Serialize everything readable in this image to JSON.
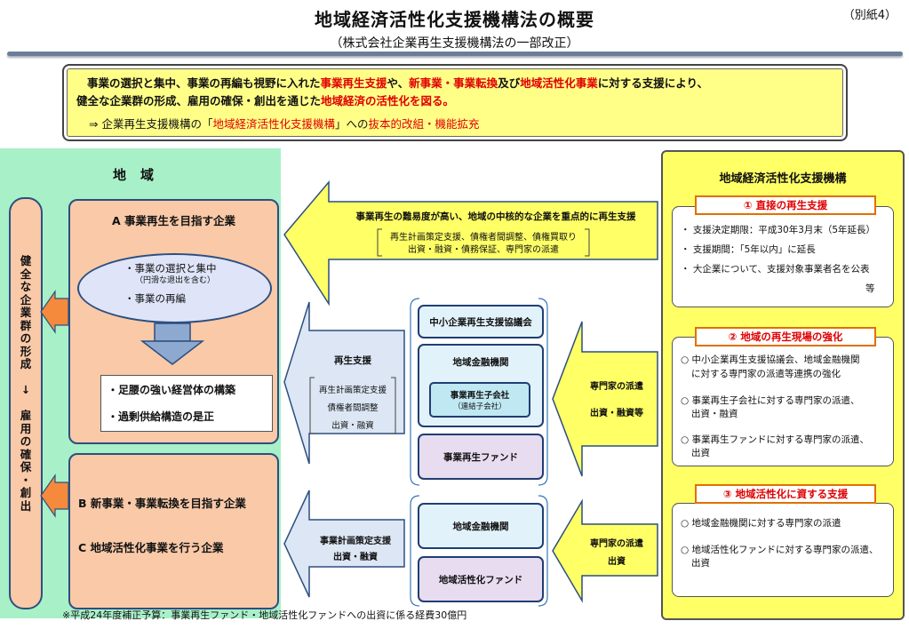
{
  "header": {
    "title": "地域経済活性化支援機構法の概要",
    "subtitle": "（株式会社企業再生支援機構法の一部改正）",
    "annex": "（別紙4）"
  },
  "summary": {
    "l1_a": "事業の選択と集中、事業の再編も視野に入れた",
    "l1_b": "事業再生支援",
    "l1_c": "や、",
    "l1_d": "新事業・事業転換",
    "l1_e": "及び",
    "l1_f": "地域活性化事業",
    "l1_g": "に対する支援により、",
    "l2_a": "健全な企業群の形成、雇用の確保・創出を通じた",
    "l2_b": "地域経済の活性化を図る。",
    "l3_a": "⇒ 企業再生支援機構の「",
    "l3_b": "地域経済活性化支援機構",
    "l3_c": "」への",
    "l3_d": "抜本的改組・機能拡充"
  },
  "region": {
    "title": "地域",
    "vertical": [
      "健",
      "全",
      "な",
      "企",
      "業",
      "群",
      "の",
      "形",
      "成",
      "",
      "↓",
      "",
      "雇",
      "用",
      "の",
      "確",
      "保",
      "・",
      "創",
      "出"
    ],
    "boxA_title": "A 事業再生を目指す企業",
    "ellipse_1": "・事業の選択と集中",
    "ellipse_2": "（円滑な退出を含む）",
    "ellipse_3": "・事業の再編",
    "inner_1": "・足腰の強い経営体の構築",
    "inner_2": "・過剰供給構造の是正",
    "textB": "B 新事業・事業転換を目指す企業",
    "textC": "C 地域活性化事業を行う企業"
  },
  "top_arrow": {
    "line1": "事業再生の難易度が高い、地域の中核的な企業を重点的に再生支援",
    "line2": "再生計画策定支援、債権者間調整、債権買取り",
    "line3": "出資・融資・債務保証、専門家の派遣"
  },
  "mid_left_arrow": {
    "title": "再生支援",
    "l1": "再生計画策定支援",
    "l2": "債権者間調整",
    "l3": "出資・融資"
  },
  "bottom_left_arrow": {
    "l1": "事業計画策定支援",
    "l2": "出資・融資"
  },
  "right_arrow_1": {
    "l1": "専門家の派遣",
    "l2": "出資・融資等"
  },
  "right_arrow_2": {
    "l1": "専門家の派遣",
    "l2": "出資"
  },
  "nodes": {
    "council": "中小企業再生支援協議会",
    "bank1": "地域金融機関",
    "subsid": "事業再生子会社",
    "subsid_sub": "（連結子会社）",
    "fund": "事業再生ファンド",
    "bank2": "地域金融機関",
    "rfund": "地域活性化ファンド"
  },
  "org": {
    "title": "地域経済活性化支援機構",
    "s1_header": "① 直接の再生支援",
    "s1_items": [
      "・ 支援決定期限：平成30年3月末（5年延長）",
      "・ 支援期間：「5年以内」に延長",
      "・ 大企業について、支援対象事業者名を公表"
    ],
    "s1_tail": "等",
    "s2_header": "② 地域の再生現場の強化",
    "s2_items": [
      "○ 中小企業再生支援協議会、地域金融機関",
      "に対する専門家の派遣等連携の強化",
      "○ 事業再生子会社に対する専門家の派遣、",
      "出資・融資",
      "○ 事業再生ファンドに対する専門家の派遣、",
      "出資"
    ],
    "s3_header": "③ 地域活性化に資する支援",
    "s3_items": [
      "○ 地域金融機関に対する専門家の派遣",
      "○ 地域活性化ファンドに対する専門家の派遣、",
      "出資"
    ]
  },
  "footnote": "※平成24年度補正予算：事業再生ファンド・地域活性化ファンドへの出資に係る経費30億円",
  "colors": {
    "region_bg": "#a8f0c8",
    "summary_bg": "#ffff88",
    "arrow_yellow": "#ffff66",
    "box_orange": "#f9c9a8",
    "arrow_blue": "#dce6f4",
    "accent_red": "#e00000",
    "org_bg": "#ffff66",
    "border_navy": "#2c4f80"
  }
}
